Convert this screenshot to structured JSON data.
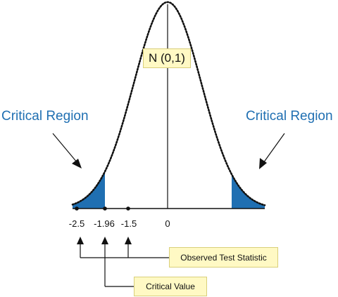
{
  "distribution_label": "N (0,1)",
  "critical_region_left": "Critical Region",
  "critical_region_right": "Critical Region",
  "ticks": [
    {
      "value": -2.5,
      "label": "-2.5"
    },
    {
      "value": -1.96,
      "label": "-1.96"
    },
    {
      "value": -1.5,
      "label": "-1.5"
    },
    {
      "value": 0,
      "label": "0"
    }
  ],
  "callouts": {
    "observed": "Observed Test Statistic",
    "critical": "Critical Value"
  },
  "colors": {
    "tail_fill": "#1f6fb2",
    "label_text": "#1f6fb2",
    "callout_bg": "#fff9c4"
  }
}
